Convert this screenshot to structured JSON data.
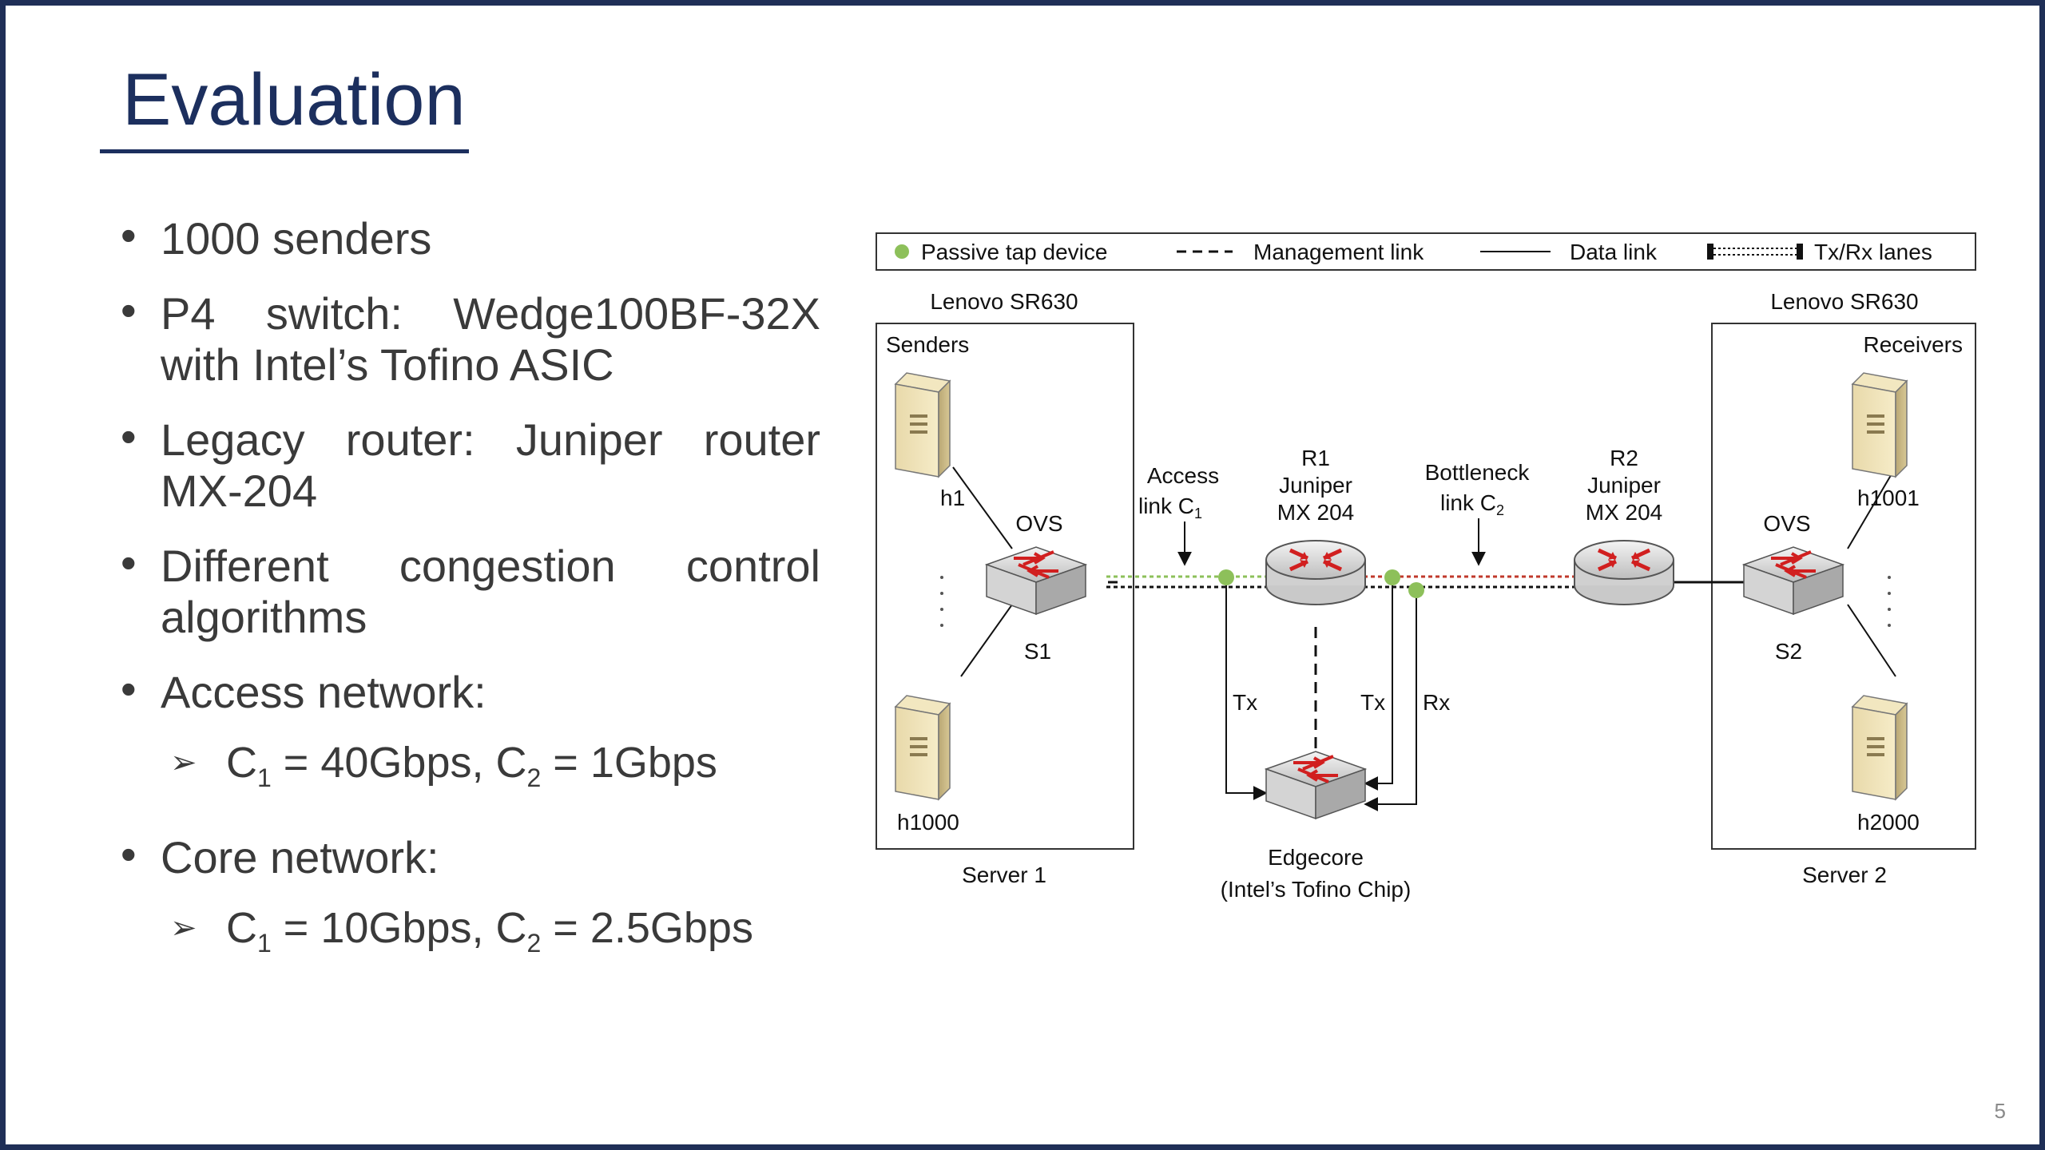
{
  "slide": {
    "title": "Evaluation",
    "page_number": "5",
    "bullets": [
      "1000 senders",
      "P4 switch: Wedge100BF-32X with Intel’s Tofino ASIC",
      "Legacy router: Juniper router MX-204",
      "Different congestion control algorithms",
      "Access network:",
      "Core network:"
    ],
    "access_sub": {
      "c1": "C",
      "c1_sub": "1",
      "c1_val": " = 40Gbps, C",
      "c2_sub": "2",
      "c2_val": " = 1Gbps"
    },
    "core_sub": {
      "c1": "C",
      "c1_sub": "1",
      "c1_val": " = 10Gbps, C",
      "c2_sub": "2",
      "c2_val": " = 2.5Gbps"
    }
  },
  "diagram": {
    "legend": {
      "tap": "Passive tap device",
      "mgmt": "Management link",
      "data": "Data link",
      "lanes": "Tx/Rx lanes"
    },
    "server1": {
      "vendor": "Lenovo SR630",
      "group": "Senders",
      "name": "Server 1",
      "host_top": "h1",
      "host_bottom": "h1000",
      "switch_top": "OVS",
      "switch_bottom": "S1"
    },
    "server2": {
      "vendor": "Lenovo SR630",
      "group": "Receivers",
      "name": "Server 2",
      "host_top": "h1001",
      "host_bottom": "h2000",
      "switch_top": "OVS",
      "switch_bottom": "S2"
    },
    "r1": {
      "l1": "R1",
      "l2": "Juniper",
      "l3": "MX 204"
    },
    "r2": {
      "l1": "R2",
      "l2": "Juniper",
      "l3": "MX 204"
    },
    "access": {
      "l1": "Access",
      "l2": "link C",
      "sub": "1"
    },
    "bottleneck": {
      "l1": "Bottleneck",
      "l2": "link C",
      "sub": "2"
    },
    "edgecore": {
      "l1": "Edgecore",
      "l2": "(Intel’s Tofino Chip)"
    },
    "lane_labels": {
      "tx1": "Tx",
      "tx2": "Tx",
      "rx": "Rx"
    },
    "colors": {
      "tap": "#8dc05a",
      "access_lane": "#8dc05a",
      "bottleneck_lane": "#c0392b",
      "router": "#d11f1f",
      "title": "#1c2f5e"
    }
  }
}
